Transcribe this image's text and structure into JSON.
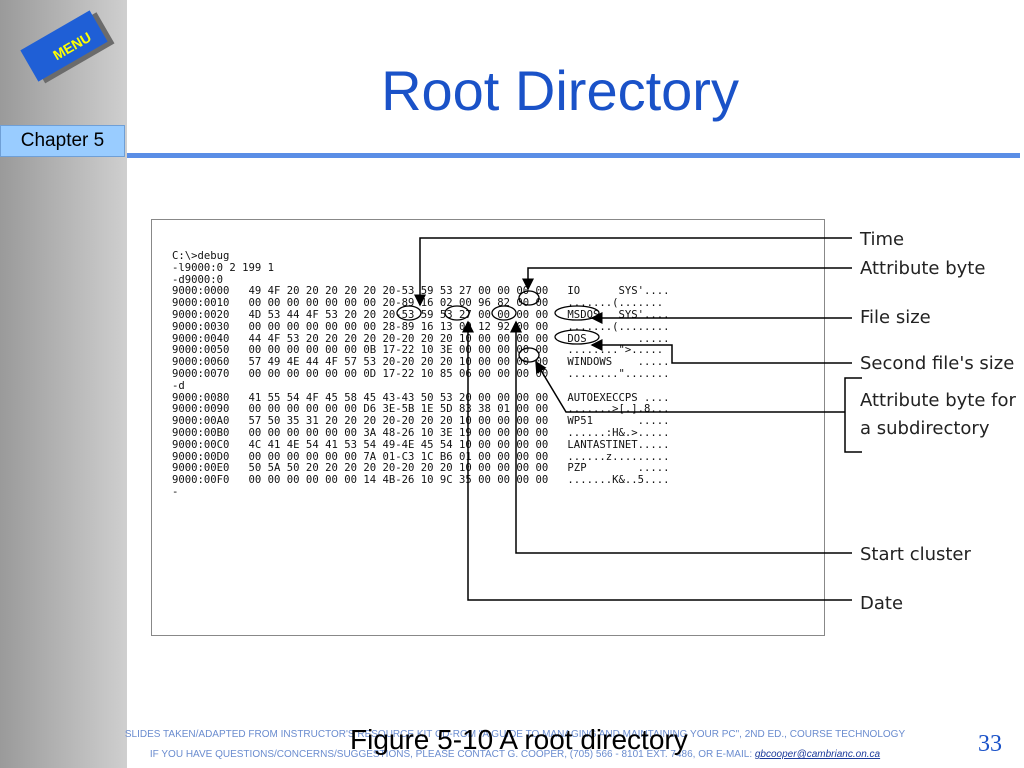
{
  "sidebar": {
    "menu_label": "MENU",
    "chapter_label": "Chapter 5"
  },
  "slide": {
    "title": "Root Directory",
    "caption": "Figure 5-10  A root directory",
    "page_number": "33"
  },
  "figure": {
    "dump_lines": [
      "C:\\>debug",
      "-l9000:0 2 199 1",
      "-d9000:0",
      "9000:0000   49 4F 20 20 20 20 20 20-53 59 53 27 00 00 00 00   IO      SYS'....",
      "9000:0010   00 00 00 00 00 00 00 20-89 16 02 00 96 82 00 00   .......(.......",
      "9000:0020   4D 53 44 4F 53 20 20 20-53 59 53 27 00 00 00 00   MSDOS   SYS'....",
      "9000:0030   00 00 00 00 00 00 00 28-89 16 13 00 12 92 00 00   .......(........",
      "9000:0040   44 4F 53 20 20 20 20 20-20 20 20 10 00 00 00 00   DOS        .....",
      "9000:0050   00 00 00 00 00 00 0B 17-22 10 3E 00 00 00 00 00   ........\">.....",
      "9000:0060   57 49 4E 44 4F 57 53 20-20 20 20 10 00 00 00 00   WINDOWS    .....",
      "9000:0070   00 00 00 00 00 00 0D 17-22 10 85 06 00 00 00 00   ........\".......",
      "-d",
      "9000:0080   41 55 54 4F 45 58 45 43-43 50 53 20 00 00 00 00   AUTOEXECCPS ....",
      "9000:0090   00 00 00 00 00 00 D6 3E-5B 1E 5D 83 38 01 00 00   .......>[.].8...",
      "9000:00A0   57 50 35 31 20 20 20 20-20 20 20 10 00 00 00 00   WP51       .....",
      "9000:00B0   00 00 00 00 00 00 3A 48-26 10 3E 19 00 00 00 00   ......:H&.>.....",
      "9000:00C0   4C 41 4E 54 41 53 54 49-4E 45 54 10 00 00 00 00   LANTASTINET.....",
      "9000:00D0   00 00 00 00 00 00 7A 01-C3 1C B6 01 00 00 00 00   ......z.........",
      "9000:00E0   50 5A 50 20 20 20 20 20-20 20 20 10 00 00 00 00   PZP        .....",
      "9000:00F0   00 00 00 00 00 00 14 4B-26 10 9C 35 00 00 00 00   .......K&..5....",
      "-"
    ],
    "callouts": {
      "time": "Time",
      "attribute_byte": "Attribute byte",
      "file_size": "File size",
      "second_file_size": "Second file's size",
      "attr_subdir_line1": "Attribute byte for",
      "attr_subdir_line2": "a subdirectory",
      "start_cluster": "Start cluster",
      "date": "Date"
    }
  },
  "footer": {
    "line1": "SLIDES TAKEN/ADAPTED FROM INSTRUCTOR'S RESOURCE KIT CD-ROM \"A GUIDE TO MANAGING AND MAINTAINING YOUR PC\", 2ND ED., COURSE TECHNOLOGY",
    "line2": "IF YOU HAVE QUESTIONS/CONCERNS/SUGGESTIONS, PLEASE CONTACT G. COOPER, (705) 566 - 8101 EXT. 7486, OR E-MAIL:",
    "email": "gbcooper@cambrianc.on.ca"
  },
  "colors": {
    "title": "#1a52c8",
    "rule": "#5a8ee6",
    "chapter_bg": "#99ccff",
    "menu_bg": "#1f5fd6",
    "menu_text": "#ffff00"
  }
}
